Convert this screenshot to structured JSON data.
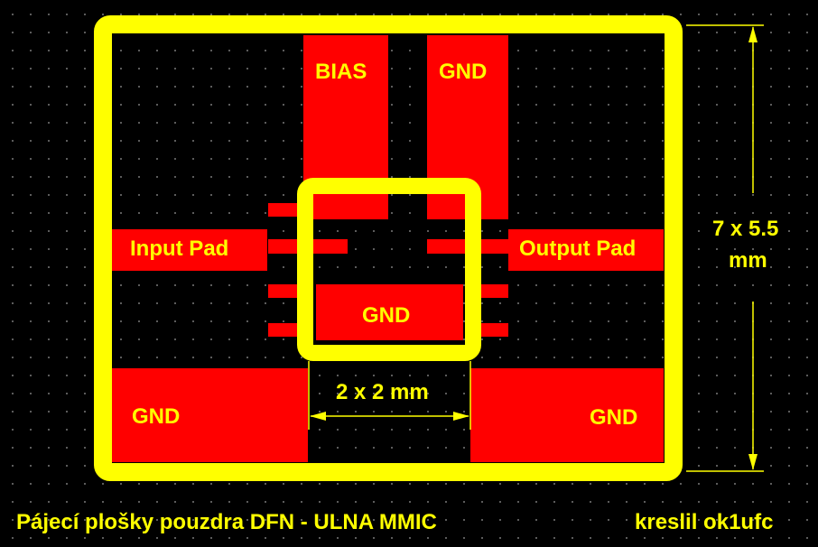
{
  "colors": {
    "background": "#000000",
    "copper": "#ff0000",
    "silkscreen": "#ffff00",
    "grid_dot": "#6a6a6a"
  },
  "labels": {
    "bias": "BIAS",
    "gnd_top": "GND",
    "input_pad": "Input Pad",
    "output_pad": "Output Pad",
    "gnd_center": "GND",
    "gnd_left": "GND",
    "gnd_right": "GND",
    "package_size": "2 x 2 mm",
    "board_size_line1": "7 x 5.5",
    "board_size_line2": "mm"
  },
  "footer": {
    "title": "Pájecí plošky pouzdra DFN - ULNA MMIC",
    "author": "kreslil ok1ufc"
  }
}
